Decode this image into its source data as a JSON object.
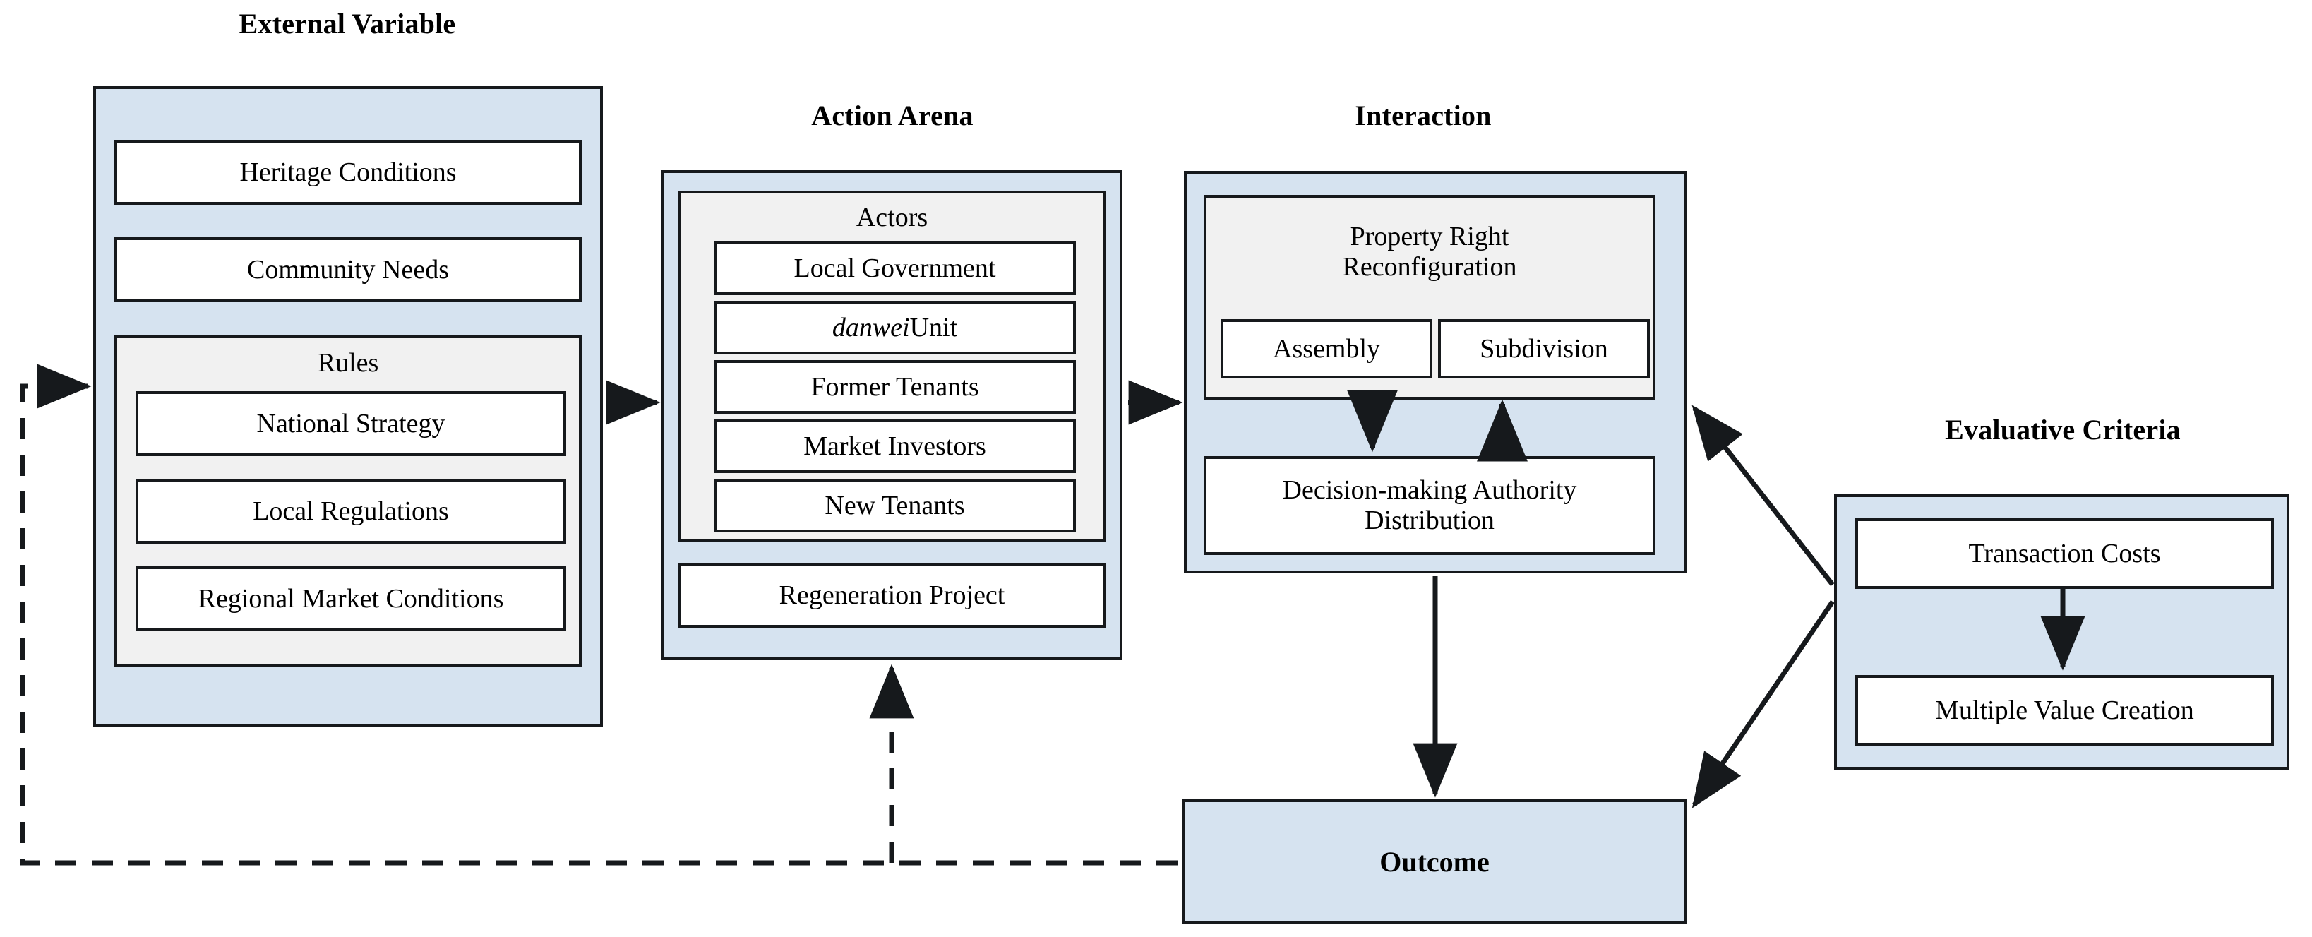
{
  "diagram": {
    "title_captions": {
      "external_variable": "External Variable",
      "action_arena": "Action Arena",
      "interaction": "Interaction",
      "evaluative_criteria": "Evaluative Criteria"
    },
    "colors": {
      "panel_fill": "#d6e3f0",
      "subpanel_fill": "#f1f1f1",
      "leaf_fill": "#ffffff",
      "stroke": "#16191c",
      "background": "#ffffff"
    },
    "external_variable": {
      "items": [
        "Heritage Conditions",
        "Community Needs"
      ],
      "rules": {
        "label": "Rules",
        "items": [
          "National Strategy",
          "Local Regulations",
          "Regional Market Conditions"
        ]
      }
    },
    "action_arena": {
      "actors": {
        "label": "Actors",
        "items": [
          "Local Government",
          "danwei Unit",
          "Former Tenants",
          "Market Investors",
          "New Tenants"
        ],
        "danwei_italic_part": "danwei",
        "danwei_roman_part": " Unit"
      },
      "project": "Regeneration Project"
    },
    "interaction": {
      "property_right": {
        "label_line1": "Property Right",
        "label_line2": "Reconfiguration",
        "items": [
          "Assembly",
          "Subdivision"
        ]
      },
      "decision_authority": {
        "line1": "Decision-making Authority",
        "line2": "Distribution"
      }
    },
    "evaluative_criteria": {
      "items": [
        "Transaction Costs",
        "Multiple Value Creation"
      ]
    },
    "outcome": {
      "label": "Outcome"
    },
    "connectors": [
      {
        "name": "feedback-to-external-variable",
        "style": "dashed",
        "from": "outcome",
        "to": "external-variable"
      },
      {
        "name": "external-variable-to-action-arena",
        "style": "solid",
        "from": "external-variable",
        "to": "action-arena"
      },
      {
        "name": "action-arena-to-interaction",
        "style": "solid",
        "from": "action-arena",
        "to": "interaction"
      },
      {
        "name": "property-right-to-decision-authority",
        "style": "solid",
        "from": "property-right-reconfiguration",
        "to": "decision-making-authority"
      },
      {
        "name": "decision-authority-to-property-right",
        "style": "solid",
        "from": "decision-making-authority",
        "to": "property-right-reconfiguration"
      },
      {
        "name": "interaction-to-outcome",
        "style": "solid",
        "from": "interaction",
        "to": "outcome"
      },
      {
        "name": "evaluative-criteria-to-interaction",
        "style": "solid",
        "from": "evaluative-criteria",
        "to": "interaction"
      },
      {
        "name": "evaluative-criteria-to-outcome",
        "style": "solid",
        "from": "evaluative-criteria",
        "to": "outcome"
      },
      {
        "name": "transaction-costs-to-multiple-value-creation",
        "style": "solid",
        "from": "transaction-costs",
        "to": "multiple-value-creation"
      },
      {
        "name": "feedback-to-action-arena",
        "style": "dashed",
        "from": "outcome",
        "to": "action-arena"
      }
    ]
  }
}
